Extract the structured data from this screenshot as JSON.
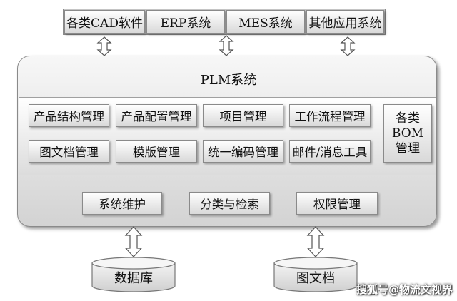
{
  "top_systems": [
    "各类CAD软件",
    "ERP系统",
    "MES系统",
    "其他应用系统"
  ],
  "plm": {
    "title": "PLM系统",
    "modules_row1": [
      "产品结构管理",
      "产品配置管理",
      "项目管理",
      "工作流程管理"
    ],
    "modules_row2": [
      "图文档管理",
      "模版管理",
      "统一编码管理",
      "邮件/消息工具"
    ],
    "bom_lines": [
      "各类",
      "BOM",
      "管理"
    ],
    "services": [
      "系统维护",
      "分类与检索",
      "权限管理"
    ]
  },
  "storage": [
    "数据库",
    "图文档"
  ],
  "watermark": "搜狐号@物流文视界"
}
